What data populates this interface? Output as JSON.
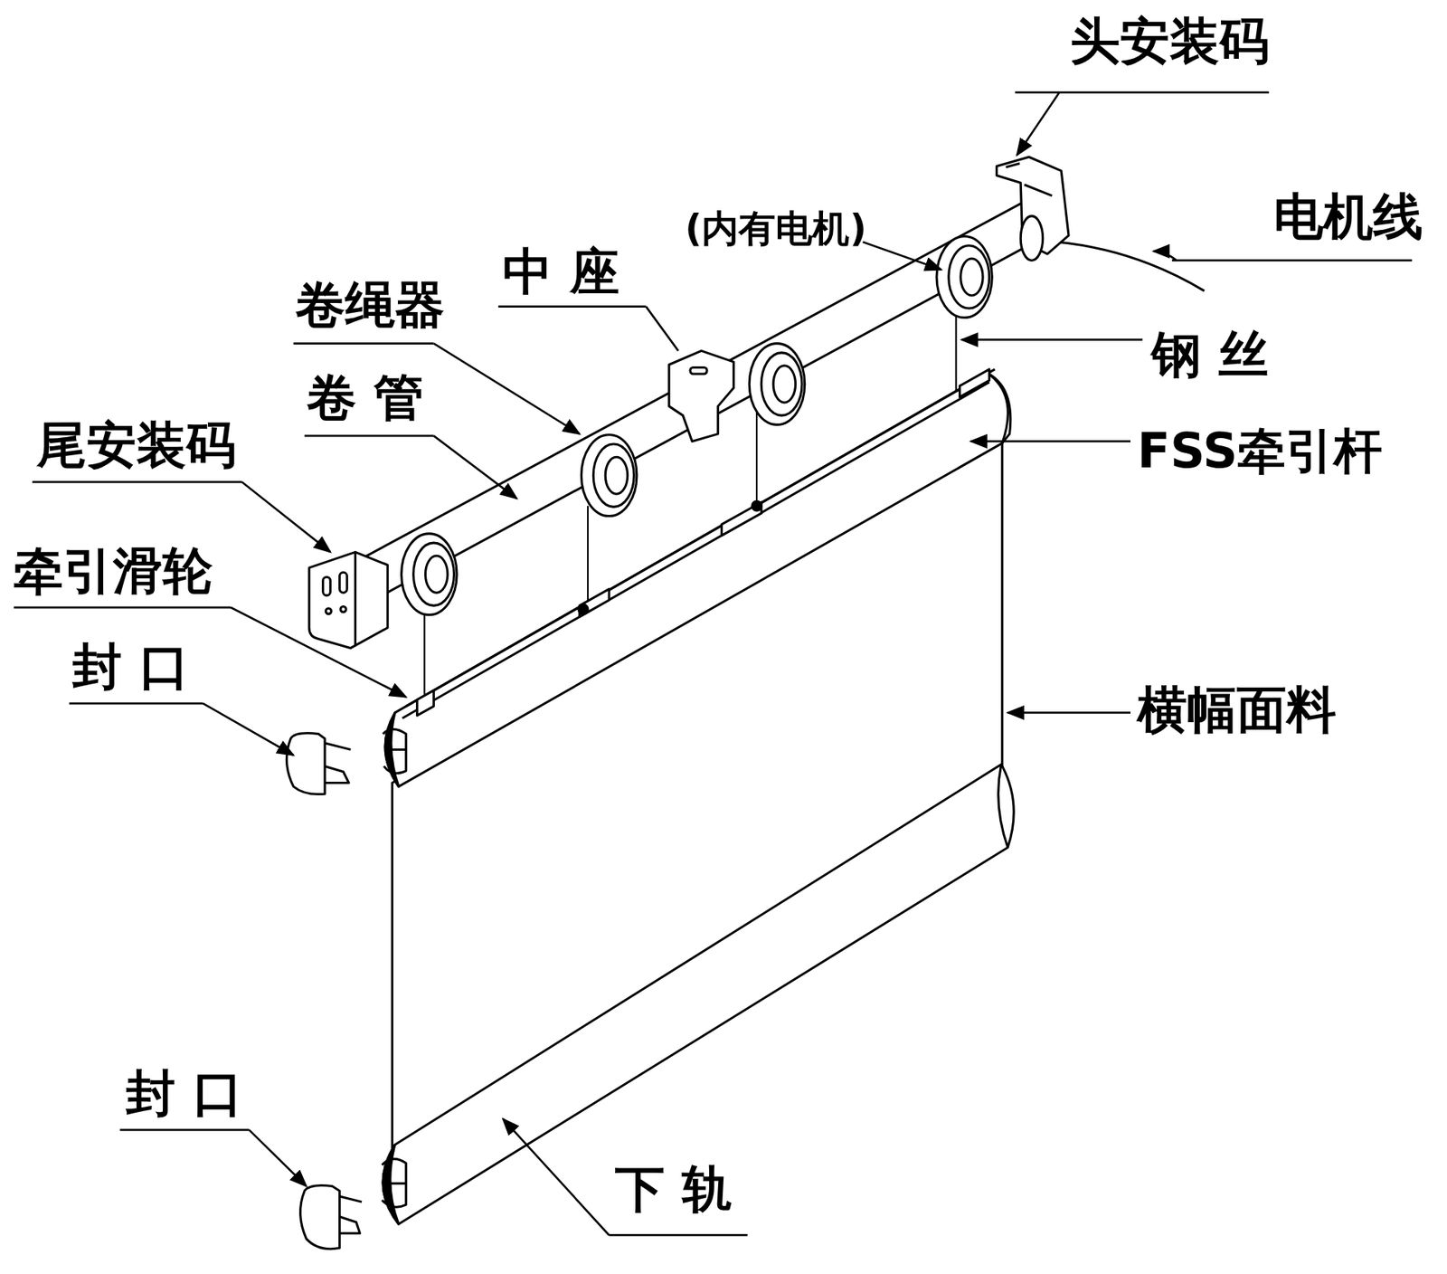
{
  "diagram": {
    "labels": [
      "头安装码",
      "电机线",
      "(内有电机)",
      "中 座",
      "卷绳器",
      "钢 丝",
      "卷 管",
      "FSS牵引杆",
      "尾安装码",
      "牵引滑轮",
      "封 口",
      "横幅面料",
      "封 口",
      "下 轨"
    ]
  }
}
